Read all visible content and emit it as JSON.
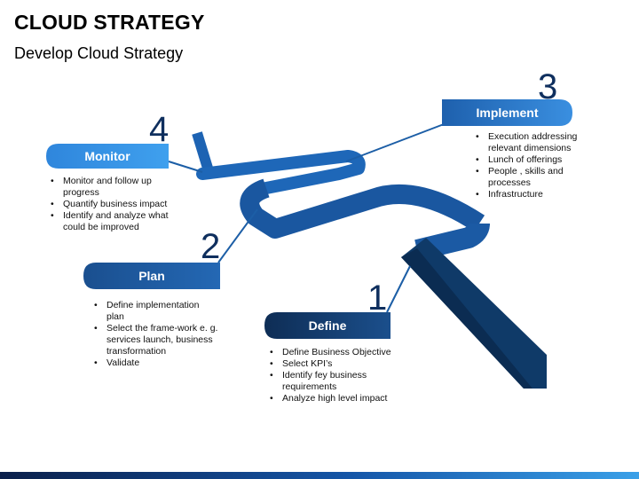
{
  "header": {
    "title": "CLOUD STRATEGY",
    "subtitle": "Develop Cloud Strategy"
  },
  "steps": [
    {
      "number": "1",
      "label": "Define",
      "color": "#123a6b",
      "bullets": [
        "Define Business Objective",
        "Select KPI’s",
        "Identify fey business requirements",
        "Analyze high level impact"
      ]
    },
    {
      "number": "2",
      "label": "Plan",
      "color": "#1f5fa8",
      "bullets": [
        "Define implementation plan",
        "Select the frame-work e. g. services launch, business transformation",
        "Validate"
      ]
    },
    {
      "number": "3",
      "label": "Implement",
      "color": "#2a78c8",
      "bullets": [
        "Execution addressing relevant dimensions",
        "Lunch of offerings",
        "People , skills and processes",
        "Infrastructure"
      ]
    },
    {
      "number": "4",
      "label": "Monitor",
      "color": "#3592e0",
      "bullets": [
        "Monitor and follow up progress",
        "Quantify business impact",
        "Identify and analyze what could be improved"
      ]
    }
  ],
  "colors": {
    "path_dark": "#0f3a68",
    "path_mid": "#1a5aa0",
    "path_light": "#2f80d0",
    "connector": "#1c5ea6",
    "accent_bar": "#1556a8"
  }
}
